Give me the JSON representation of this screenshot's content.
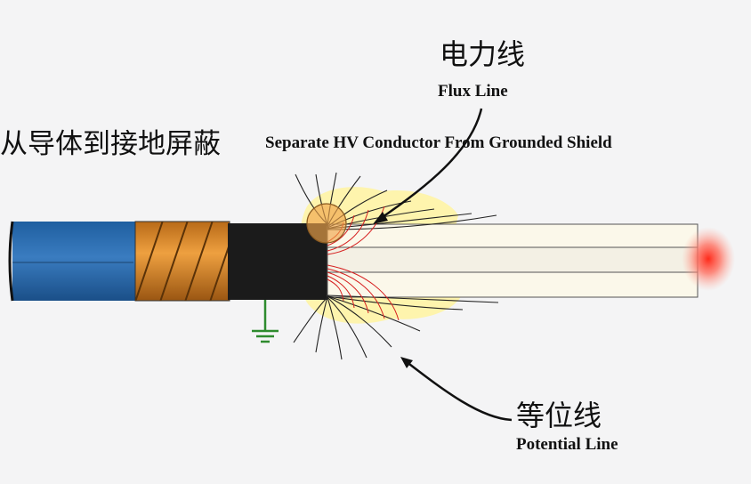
{
  "labels": {
    "flux_cn": "电力线",
    "flux_en": "Flux Line",
    "separate_cn": "从导体到接地屏蔽",
    "separate_en": "Separate HV Conductor From Grounded Shield",
    "potential_cn": "等位线",
    "potential_en": "Potential Line"
  },
  "colors": {
    "background": "#f4f4f5",
    "outer_jacket": "#2d6fb3",
    "metallic_shield": "#d9862a",
    "semicon_screen": "#1b1b1b",
    "insulation": "#fbf8ea",
    "conductor": "#f3f0e4",
    "stress_glow": "#fff3a0",
    "flux_lines": "#222222",
    "potential_lines": "#d62020",
    "ground": "#2e8b2e"
  }
}
